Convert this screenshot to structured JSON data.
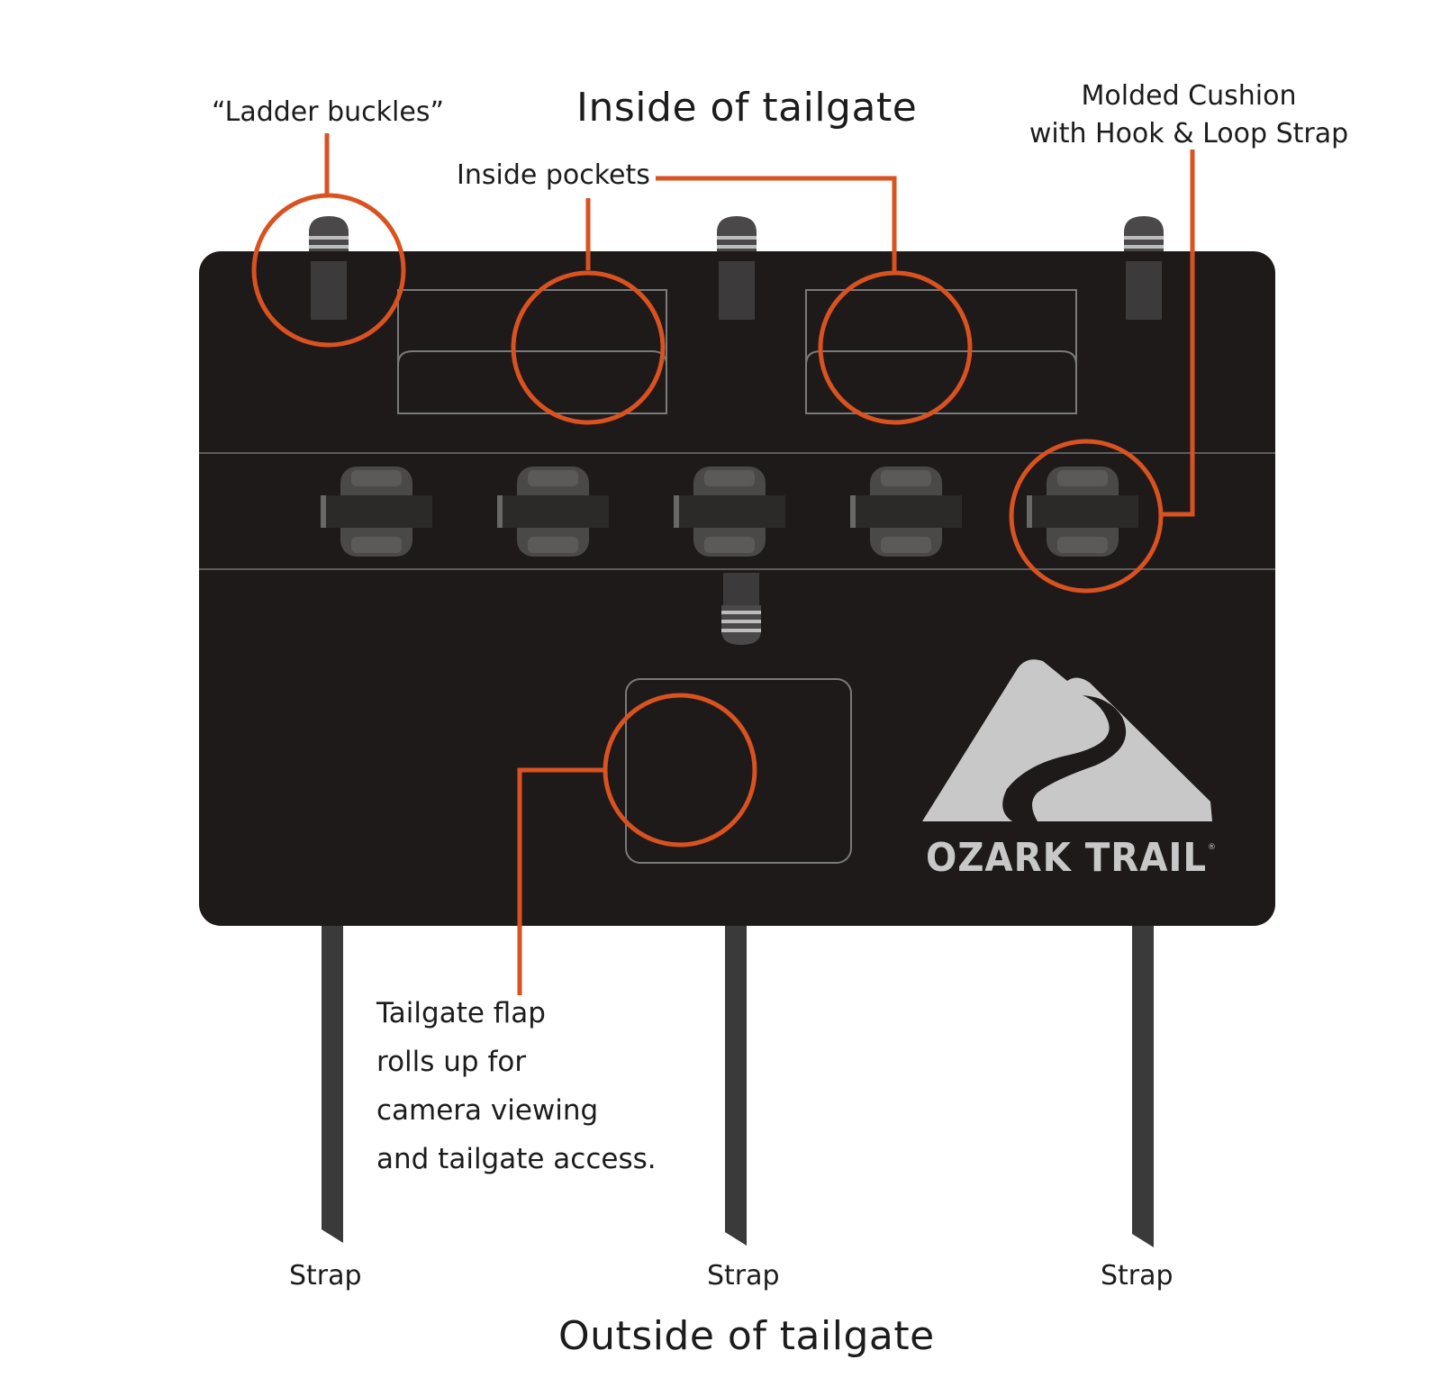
{
  "titles": {
    "inside": "Inside of tailgate",
    "outside": "Outside of tailgate"
  },
  "callouts": {
    "ladder_buckles": "“Ladder buckles”",
    "inside_pockets": "Inside pockets",
    "molded_cushion": [
      "Molded Cushion",
      "with Hook & Loop Strap"
    ],
    "tailgate_flap": [
      "Tailgate flap",
      "rolls up for",
      "camera viewing",
      "and tailgate access."
    ]
  },
  "straps": [
    "Strap",
    "Strap",
    "Strap"
  ],
  "brand": {
    "name": "OZARK TRAIL",
    "registered_mark": "®"
  },
  "colors": {
    "pad": "#1e1a1a",
    "accent": "#d9521f",
    "strap": "#3a3a3a",
    "logo": "#c8c8c8",
    "text": "#1c1c1c"
  },
  "icons": {
    "brand_logo": "mountain-trail-icon"
  }
}
